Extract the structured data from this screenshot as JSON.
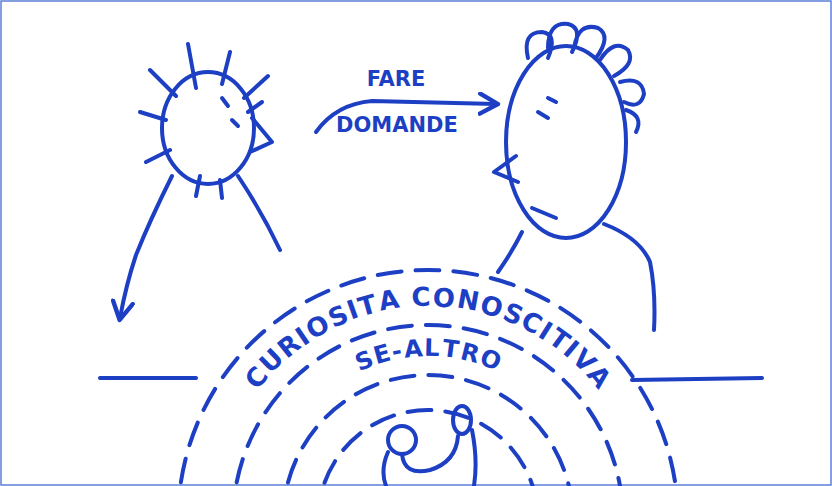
{
  "diagram": {
    "labels": [
      "FARE DOMANDE",
      "CURIOSITA CONOSCITIVA",
      "SE-ALTRO"
    ]
  }
}
